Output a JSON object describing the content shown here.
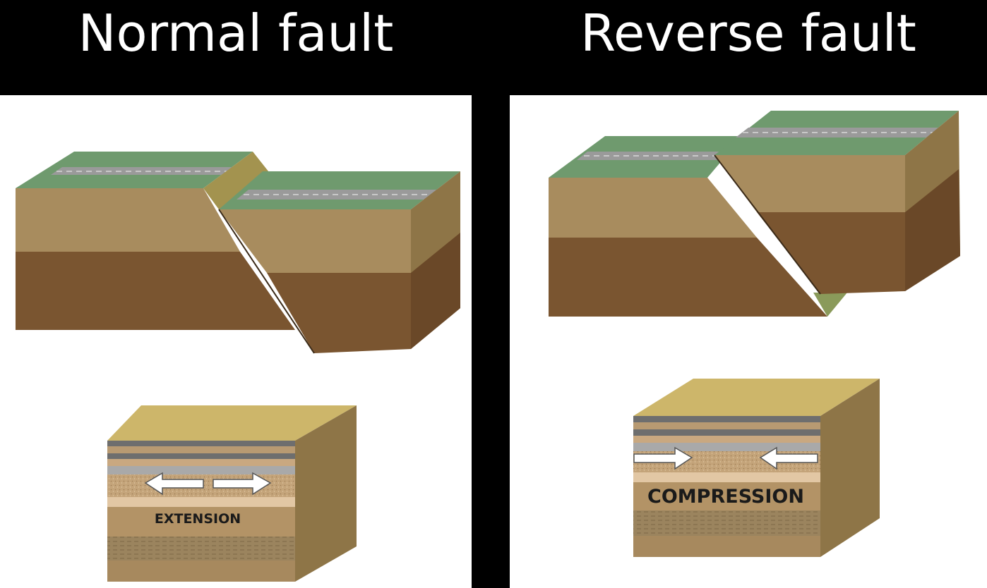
{
  "left": {
    "title": "Normal fault",
    "stress_label": "EXTENSION"
  },
  "right": {
    "title": "Reverse fault",
    "stress_label": "COMPRESSION"
  },
  "colors": {
    "background": "#000000",
    "panel": "#ffffff",
    "grass": "#6f9a6e",
    "road": "#9a9a9a",
    "upper_layer": "#a88c5e",
    "lower_layer": "#7a5530",
    "block_top": "#cdb66a"
  }
}
